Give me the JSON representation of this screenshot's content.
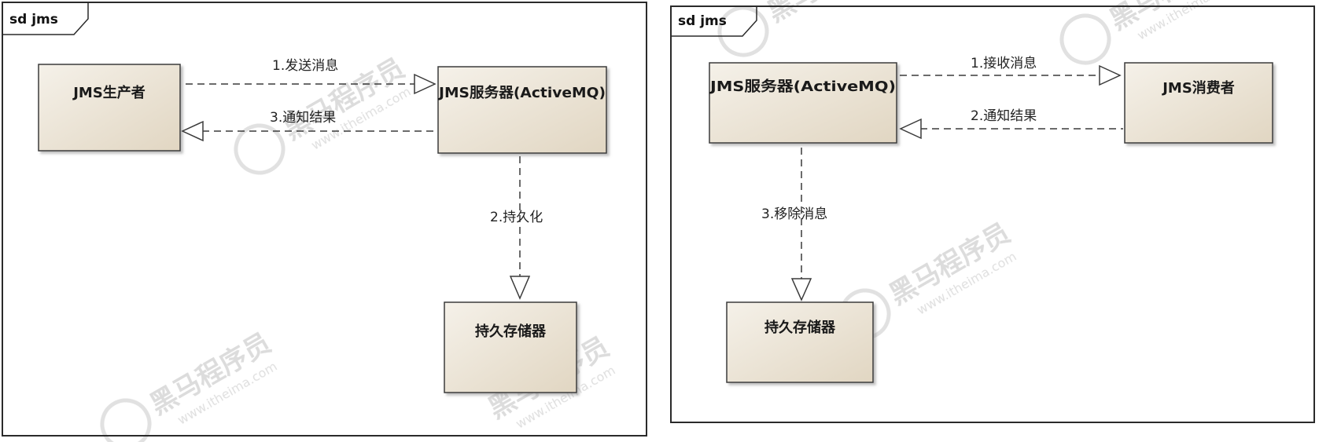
{
  "left_diagram": {
    "frame_label": "sd jms",
    "nodes": {
      "producer": "JMS生产者",
      "server": "JMS服务器(ActiveMQ)",
      "storage": "持久存储器"
    },
    "messages": {
      "send": "1.发送消息",
      "persist": "2.持久化",
      "notify": "3.通知结果"
    }
  },
  "right_diagram": {
    "frame_label": "sd jms",
    "nodes": {
      "server": "JMS服务器(ActiveMQ)",
      "consumer": "JMS消费者",
      "storage": "持久存储器"
    },
    "messages": {
      "receive": "1.接收消息",
      "notify": "2.通知结果",
      "remove": "3.移除消息"
    }
  },
  "watermark": {
    "brand": "黑马程序员",
    "url": "www.itheima.com"
  },
  "colors": {
    "box_fill_light": "#f3eee5",
    "box_fill_dark": "#e2d7c4",
    "line": "#3a3a3a",
    "frame": "#2a2a2a"
  }
}
